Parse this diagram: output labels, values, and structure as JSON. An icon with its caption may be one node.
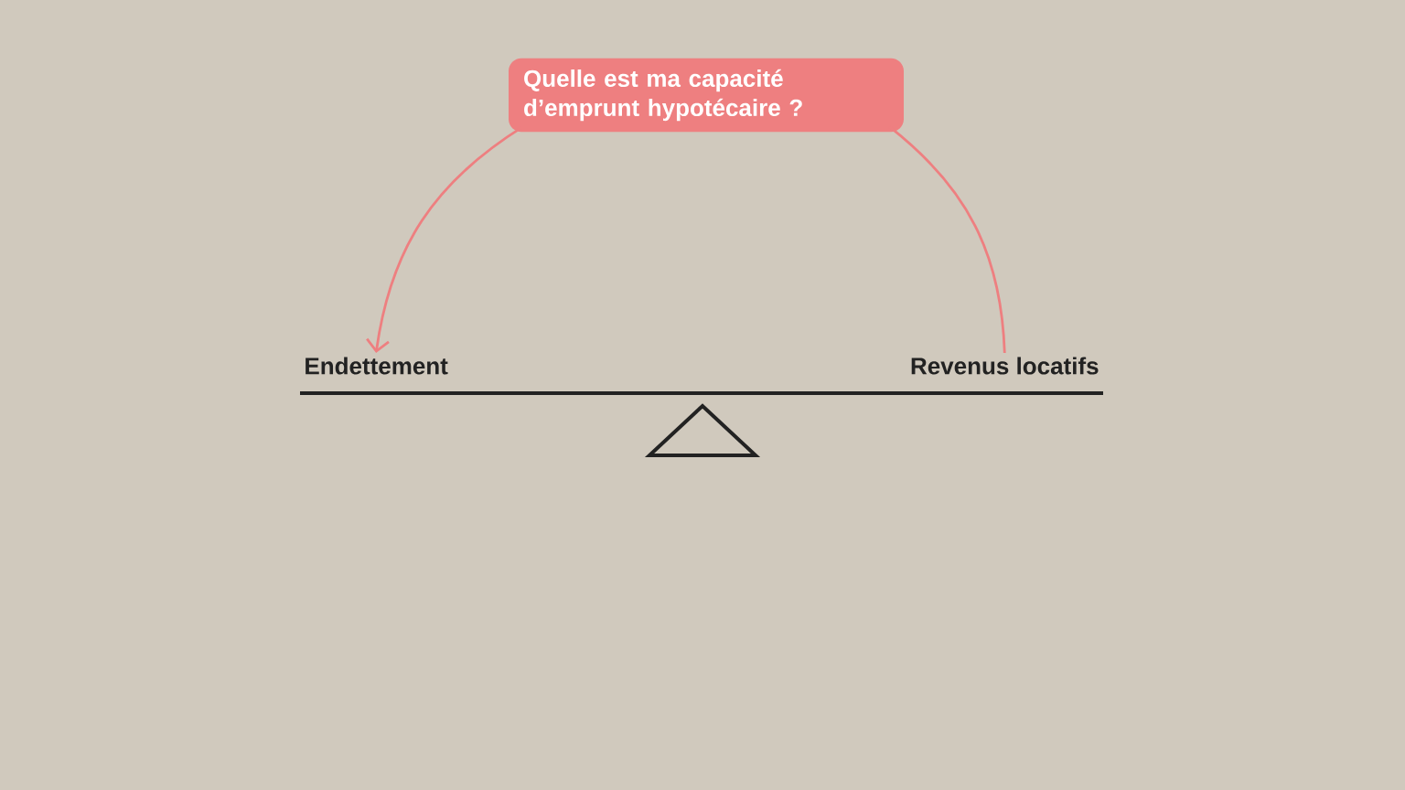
{
  "diagram": {
    "nodes": [
      {
        "text": [
          "Quelle est ma capacité d’emprunt hypotécaire ?"
        ]
      },
      {
        "text": [
          "Endettement"
        ]
      },
      {
        "text": [
          "Revenus locatifs"
        ]
      }
    ],
    "edges": [
      {
        "from": 0,
        "to": 1,
        "arrow": "to"
      },
      {
        "from": 2,
        "to": 0,
        "arrow": "none"
      }
    ]
  }
}
